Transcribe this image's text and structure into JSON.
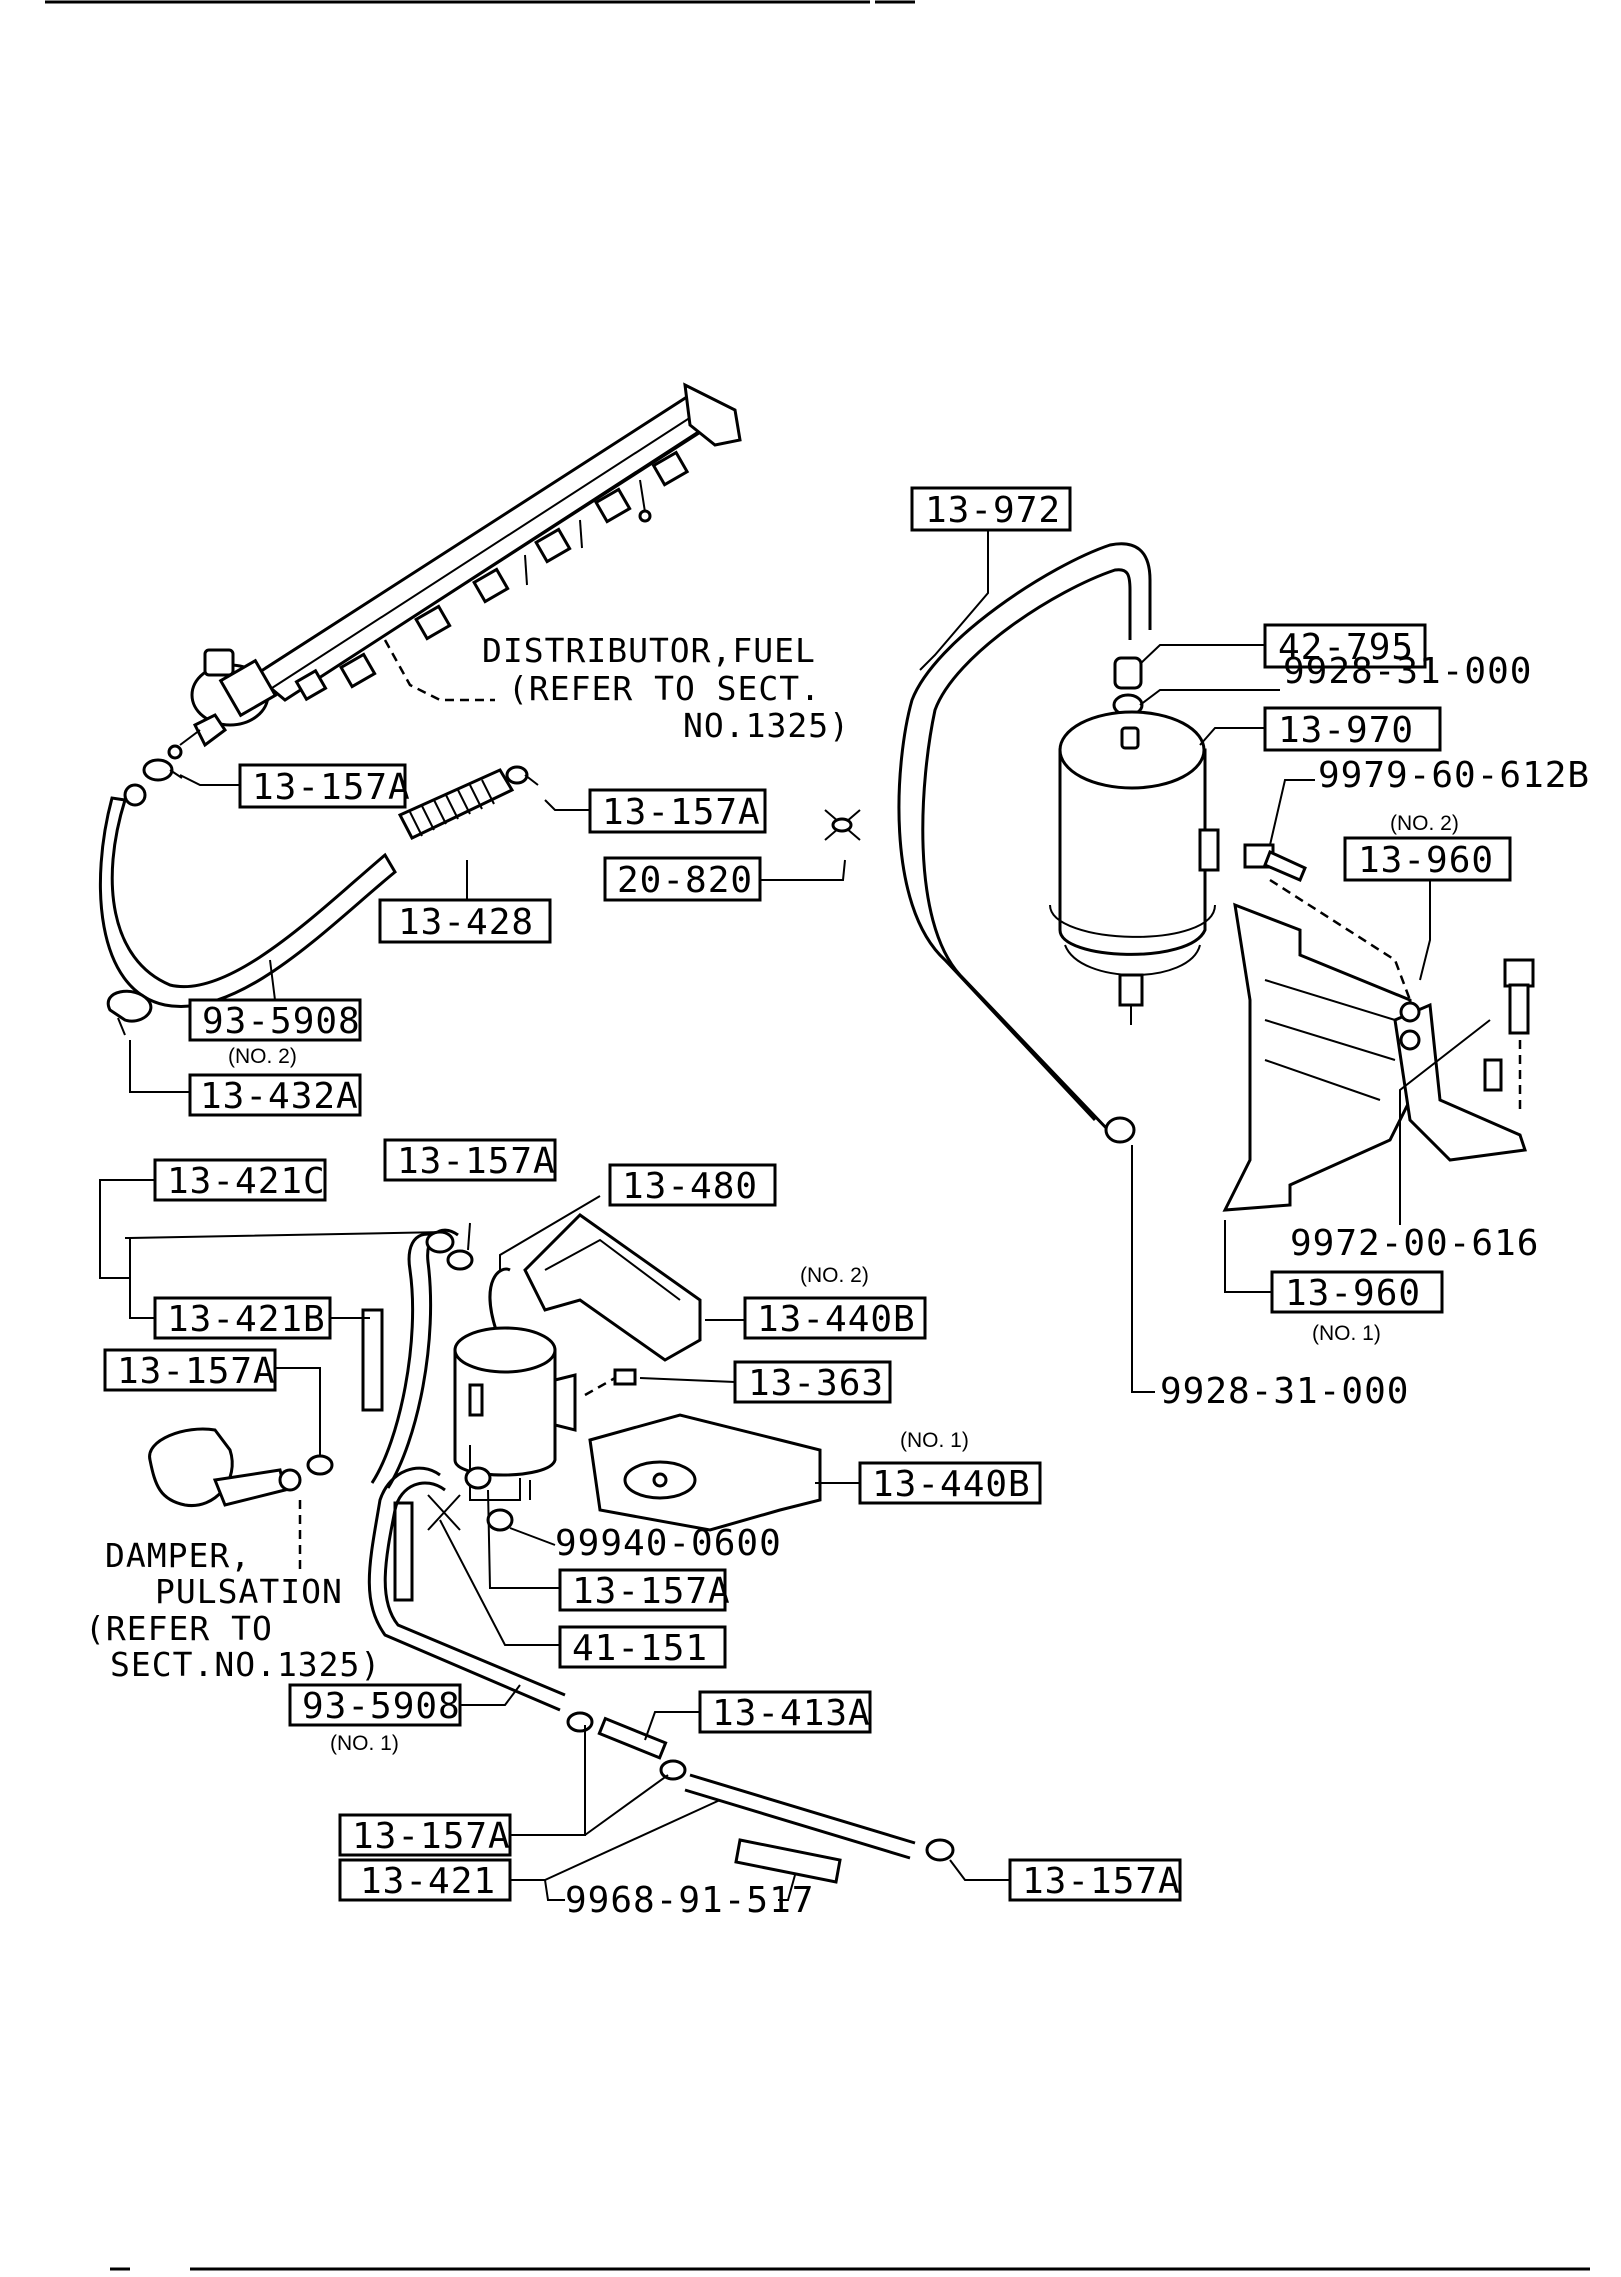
{
  "callouts": {
    "p13_972": "13-972",
    "p42_795": "42-795",
    "p9928_31_000_top": "9928-31-000",
    "p13_970": "13-970",
    "p9979_60_612b": "9979-60-612B",
    "p13_960_no2": "13-960",
    "no2_a": "(NO. 2)",
    "p13_157a_1": "13-157A",
    "p13_157a_2": "13-157A",
    "p20_820": "20-820",
    "p13_428": "13-428",
    "p93_5908_no2": "93-5908",
    "no2_b": "(NO. 2)",
    "p13_432a": "13-432A",
    "p9972_00_616": "9972-00-616",
    "p13_960_no1": "13-960",
    "no1_a": "(NO. 1)",
    "p9928_31_000_bot": "9928-31-000",
    "p13_421c": "13-421C",
    "p13_157a_3": "13-157A",
    "p13_480": "13-480",
    "no2_c": "(NO. 2)",
    "p13_421b": "13-421B",
    "p13_440b_no2": "13-440B",
    "p13_157a_4": "13-157A",
    "p13_363": "13-363",
    "no1_b": "(NO. 1)",
    "p13_440b_no1": "13-440B",
    "p99940_0600": "99940-0600",
    "p13_157a_5": "13-157A",
    "p41_151": "41-151",
    "p93_5908_no1": "93-5908",
    "no1_c": "(NO. 1)",
    "p13_413a": "13-413A",
    "p13_157a_6": "13-157A",
    "p13_421": "13-421",
    "p9968_91_517": "9968-91-517",
    "p13_157a_7": "13-157A"
  },
  "notes": {
    "distributor_l1": "DISTRIBUTOR,FUEL",
    "distributor_l2": "(REFER TO SECT.",
    "distributor_l3": "NO.1325)",
    "damper_l1": "DAMPER,",
    "damper_l2": "PULSATION",
    "damper_l3": "(REFER TO",
    "damper_l4": "SECT.NO.1325)"
  }
}
